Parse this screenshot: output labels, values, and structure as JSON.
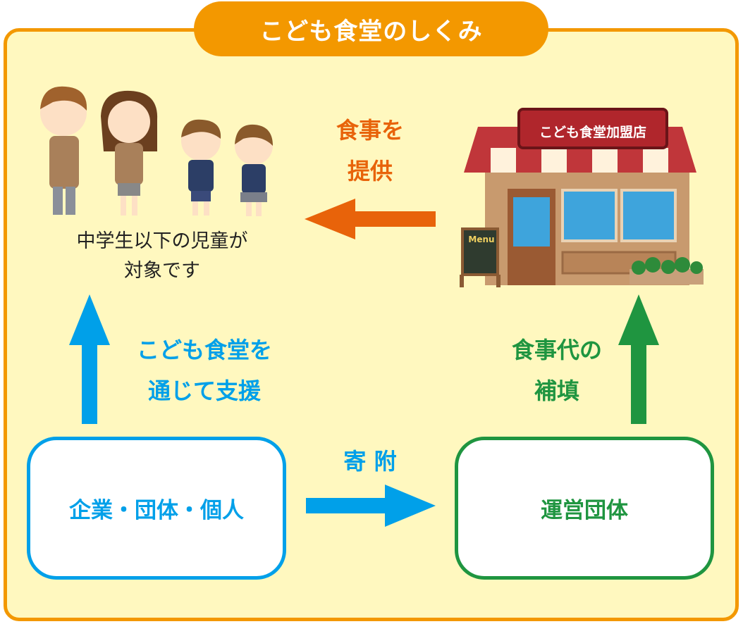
{
  "title": "こども食堂のしくみ",
  "target_text": [
    "中学生以下の児童が",
    "対象です"
  ],
  "provide_label": [
    "食事を",
    "提供"
  ],
  "support_label": [
    "こども食堂を",
    "通じて支援"
  ],
  "compensation_label": [
    "食事代の",
    "補填"
  ],
  "donation_label": "寄 附",
  "donor_box": "企業・団体・個人",
  "operator_box": "運営団体",
  "shop_sign": "こども食堂加盟店",
  "menu_board": "Menu",
  "colors": {
    "orange": "#f39800",
    "arrow_orange": "#e8630a",
    "blue": "#00a0e9",
    "green": "#1f9540",
    "background": "#fff8bf"
  }
}
